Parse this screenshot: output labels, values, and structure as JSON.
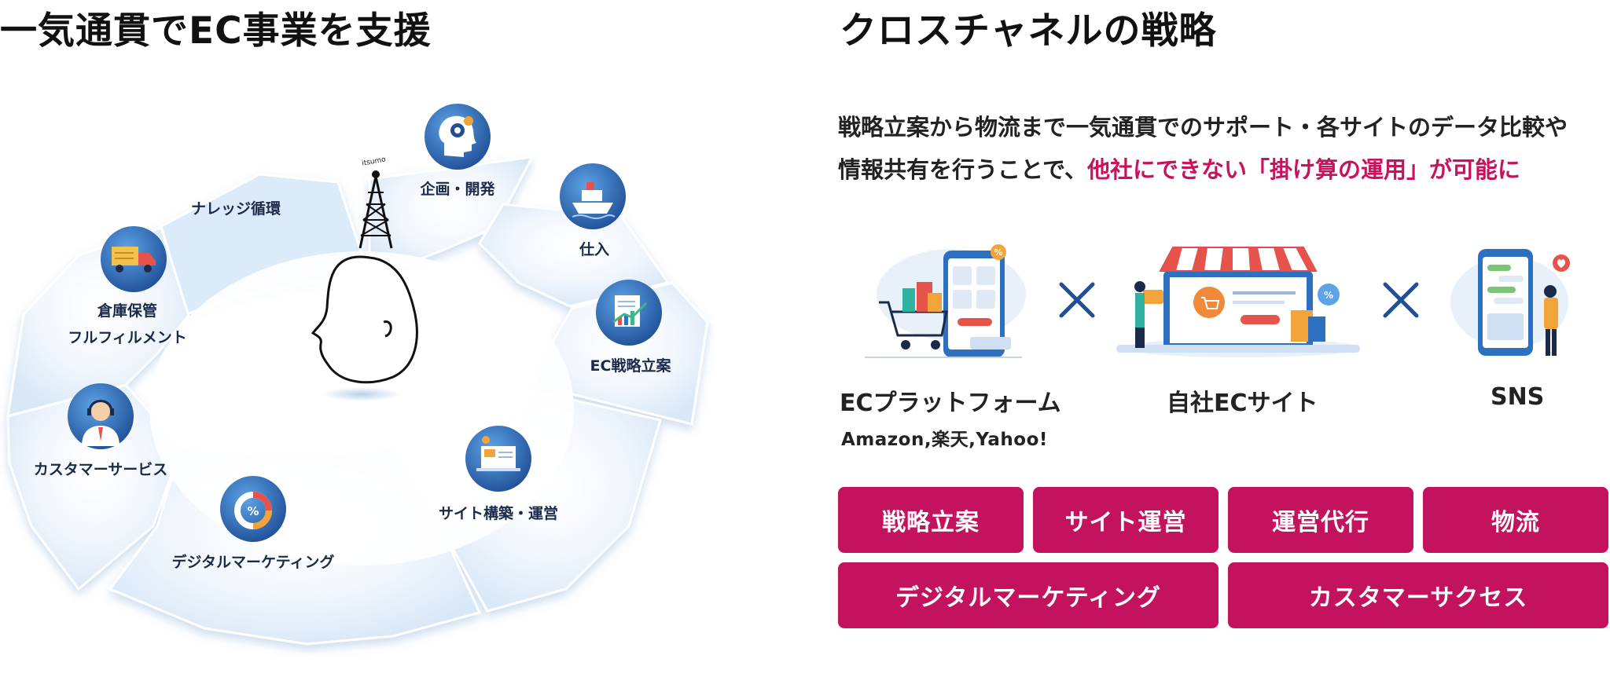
{
  "left_heading": "一気通貫でEC事業を支援",
  "right_heading": "クロスチャネルの戦略",
  "cycle": {
    "center_label": "ナレッジ循環",
    "tower_text": "itsumo",
    "nodes": [
      {
        "label": "企画・開発",
        "icon": "head-gears-icon"
      },
      {
        "label": "仕入",
        "icon": "cargo-ship-icon"
      },
      {
        "label": "EC戦略立案",
        "icon": "strategy-chart-icon"
      },
      {
        "label": "サイト構築・運営",
        "icon": "site-build-icon"
      },
      {
        "label": "デジタルマーケティング",
        "icon": "percent-donut-icon"
      },
      {
        "label": "カスタマーサービス",
        "icon": "operator-icon"
      },
      {
        "label": "倉庫保管",
        "label2": "フルフィルメント",
        "icon": "delivery-truck-icon"
      }
    ]
  },
  "description": {
    "line1": "戦略立案から物流まで一気通貫でのサポート・各サイトのデータ比較や",
    "line2_plain": "情報共有を行うことで、",
    "line2_highlight": "他社にできない「掛け算の運用」が可能に"
  },
  "channels": [
    {
      "name": "ECプラットフォーム",
      "sub": "Amazon,楽天,Yahoo!",
      "icon": "ec-platform-illustration"
    },
    {
      "name": "自社ECサイト",
      "icon": "own-ec-site-illustration"
    },
    {
      "name": "SNS",
      "icon": "sns-illustration"
    }
  ],
  "services": [
    "戦略立案",
    "サイト運営",
    "運営代行",
    "物流",
    "デジタルマーケティング",
    "カスタマーサクセス"
  ],
  "colors": {
    "accent": "#c4135e",
    "highlight_text": "#c8125e",
    "navy": "#1c2a4a",
    "cycle_fill": "#e9f2fb",
    "icon_blue": "#2f6fbf"
  }
}
